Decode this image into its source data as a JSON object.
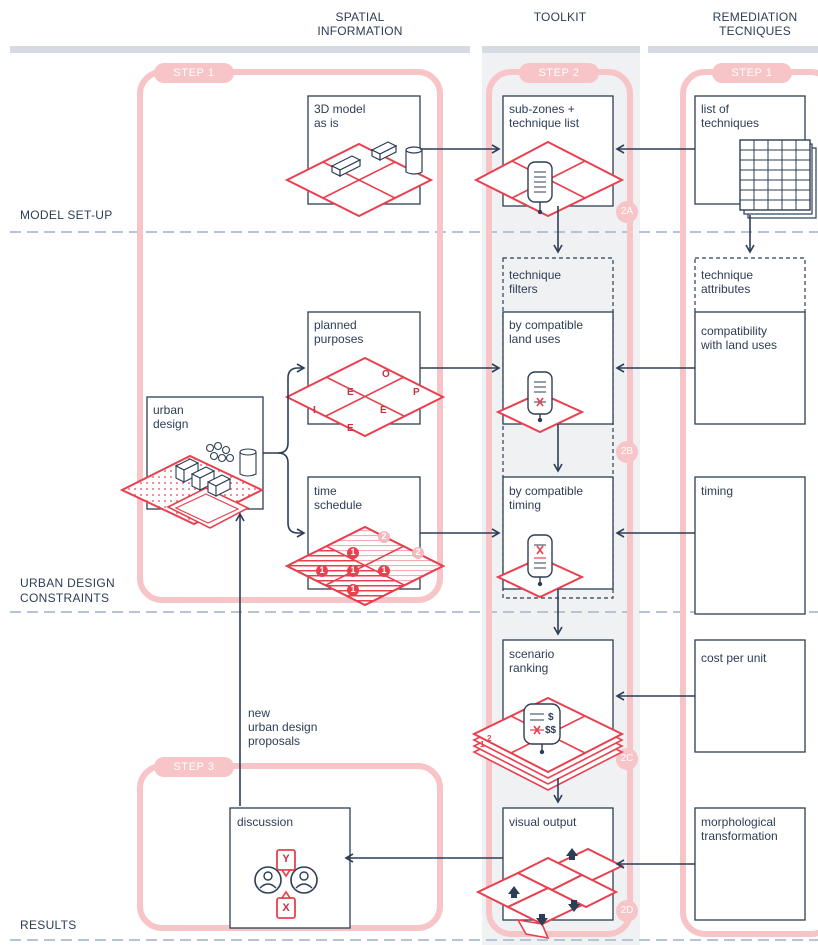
{
  "columns": {
    "spatial": "SPATIAL\nINFORMATION",
    "toolkit": "TOOLKIT",
    "remediation": "REMEDIATION\nTECNIQUES"
  },
  "rows": {
    "model_setup": "MODEL SET-UP",
    "constraints": "URBAN DESIGN\nCONSTRAINTS",
    "results": "RESULTS"
  },
  "steps": {
    "spatial": "STEP 1",
    "toolkit": "STEP 2",
    "remediation": "STEP 1",
    "results": "STEP 3"
  },
  "badges": {
    "b2a": "2A",
    "b2b": "2B",
    "b2c": "2C",
    "b2d": "2D"
  },
  "boxes": {
    "model_3d": "3D model\nas is",
    "urban_design": "urban\ndesign",
    "planned_purposes": "planned\npurposes",
    "time_schedule": "time\nschedule",
    "subzones": "sub-zones +\ntechnique list",
    "technique_filters": "technique\nfilters",
    "land_uses": "by compatible\nland uses",
    "timing_filter": "by compatible\ntiming",
    "scenario_ranking": "scenario\nranking",
    "visual_output": "visual output",
    "list_techniques": "list of\ntechniques",
    "technique_attributes": "technique\nattributes",
    "compat_land_uses": "compatibility\nwith land uses",
    "timing": "timing",
    "cost_per_unit": "cost per unit",
    "morphological": "morphological\ntransformation",
    "discussion": "discussion",
    "new_proposals": "new\nurban design\nproposals"
  },
  "purpose_letters": [
    "O",
    "E",
    "P",
    "I",
    "E",
    "E"
  ],
  "schedule_numbers": [
    "1",
    "1",
    "1",
    "1",
    "1",
    "2",
    "2"
  ],
  "cost_labels": [
    "$",
    "$$"
  ],
  "scenario_numbers": [
    "1",
    "2"
  ],
  "discussion_letters": [
    "Y",
    "X"
  ],
  "colors": {
    "accent": "#e8404f",
    "pink": "#f7c4c8",
    "navy": "#2c3e55",
    "panel": "#f0f1f3",
    "dash": "#b8c3d6"
  },
  "icons": [
    "building-icon",
    "layer-card-icon",
    "spreadsheet-icon",
    "user-icon",
    "arrow-up-icon",
    "arrow-down-icon"
  ]
}
